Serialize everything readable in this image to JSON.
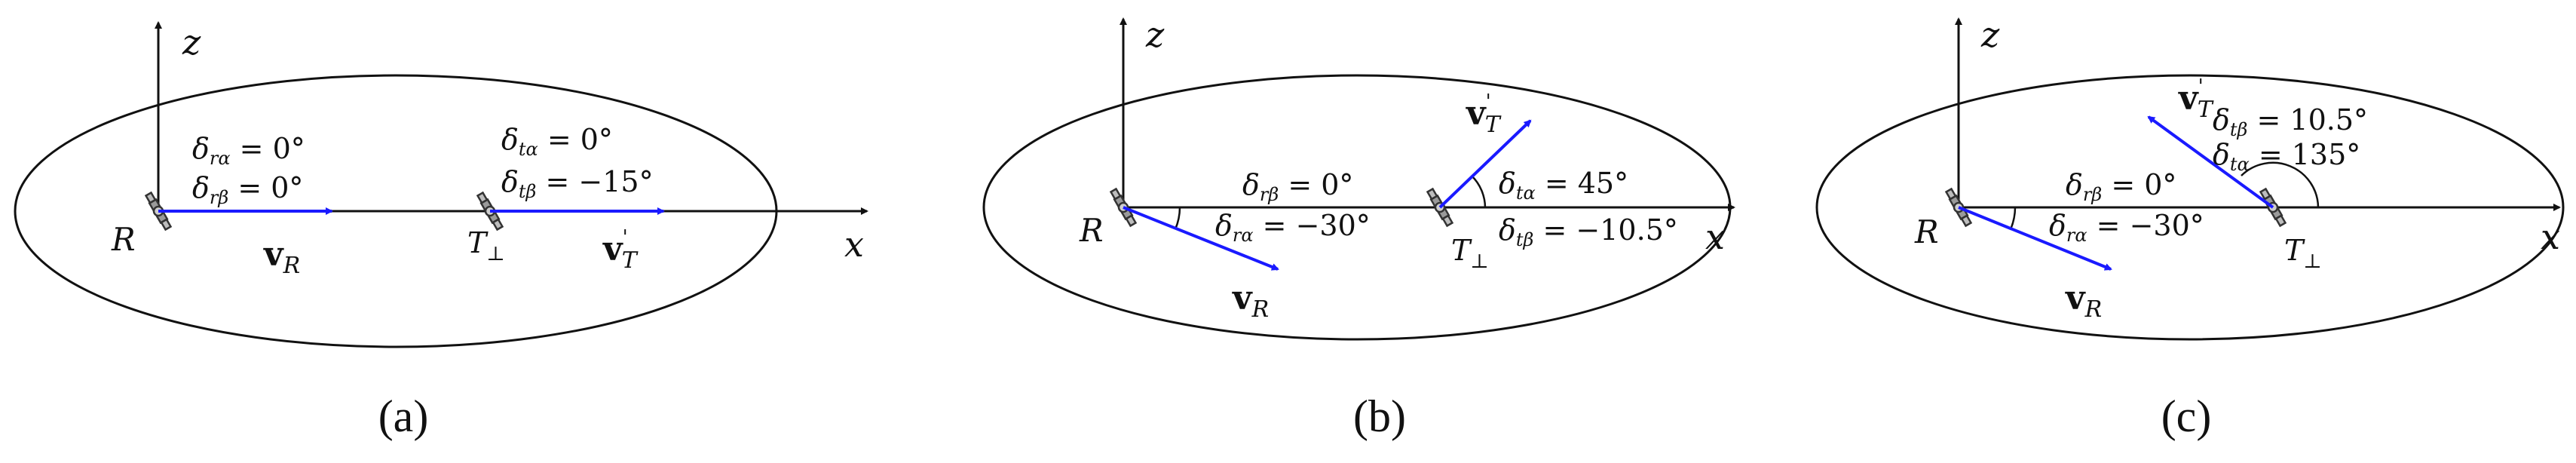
{
  "panels": [
    {
      "id": "a",
      "caption": "(a)",
      "axis_x": "x",
      "axis_z": "z",
      "receiver_label": "R",
      "transmitter_label": "T",
      "transmitter_sub": "⊥",
      "vr_label": "v",
      "vr_sub": "R",
      "vt_label": "v",
      "vt_prime": "'",
      "vt_sub": "T",
      "ann1_sym": "δ",
      "ann1_sub": "rα",
      "ann1_val": " = 0°",
      "ann2_sym": "δ",
      "ann2_sub": "rβ",
      "ann2_val": " = 0°",
      "ann3_sym": "δ",
      "ann3_sub": "tα",
      "ann3_val": " = 0°",
      "ann4_sym": "δ",
      "ann4_sub": "tβ",
      "ann4_val": " = −15°"
    },
    {
      "id": "b",
      "caption": "(b)",
      "axis_x": "x",
      "axis_z": "z",
      "receiver_label": "R",
      "transmitter_label": "T",
      "transmitter_sub": "⊥",
      "vr_label": "v",
      "vr_sub": "R",
      "vt_label": "v",
      "vt_prime": "'",
      "vt_sub": "T",
      "ann1_sym": "δ",
      "ann1_sub": "rβ",
      "ann1_val": " = 0°",
      "ann2_sym": "δ",
      "ann2_sub": "rα",
      "ann2_val": " = −30°",
      "ann3_sym": "δ",
      "ann3_sub": "tα",
      "ann3_val": " = 45°",
      "ann4_sym": "δ",
      "ann4_sub": "tβ",
      "ann4_val": " = −10.5°"
    },
    {
      "id": "c",
      "caption": "(c)",
      "axis_x": "x",
      "axis_z": "z",
      "receiver_label": "R",
      "transmitter_label": "T",
      "transmitter_sub": "⊥",
      "vr_label": "v",
      "vr_sub": "R",
      "vt_label": "v",
      "vt_prime": "'",
      "vt_sub": "T",
      "ann1_sym": "δ",
      "ann1_sub": "rβ",
      "ann1_val": " = 0°",
      "ann2_sym": "δ",
      "ann2_sub": "rα",
      "ann2_val": " = −30°",
      "ann3_sym": "δ",
      "ann3_sub": "tβ",
      "ann3_val": " = 10.5°",
      "ann4_sym": "δ",
      "ann4_sub": "tα",
      "ann4_val": " = 135°"
    }
  ],
  "colors": {
    "axis": "#111111",
    "vector": "#1a1aff",
    "satellite_body": "#8a8a8a"
  },
  "icons": {
    "receiver": "satellite-icon",
    "transmitter": "satellite-icon"
  }
}
